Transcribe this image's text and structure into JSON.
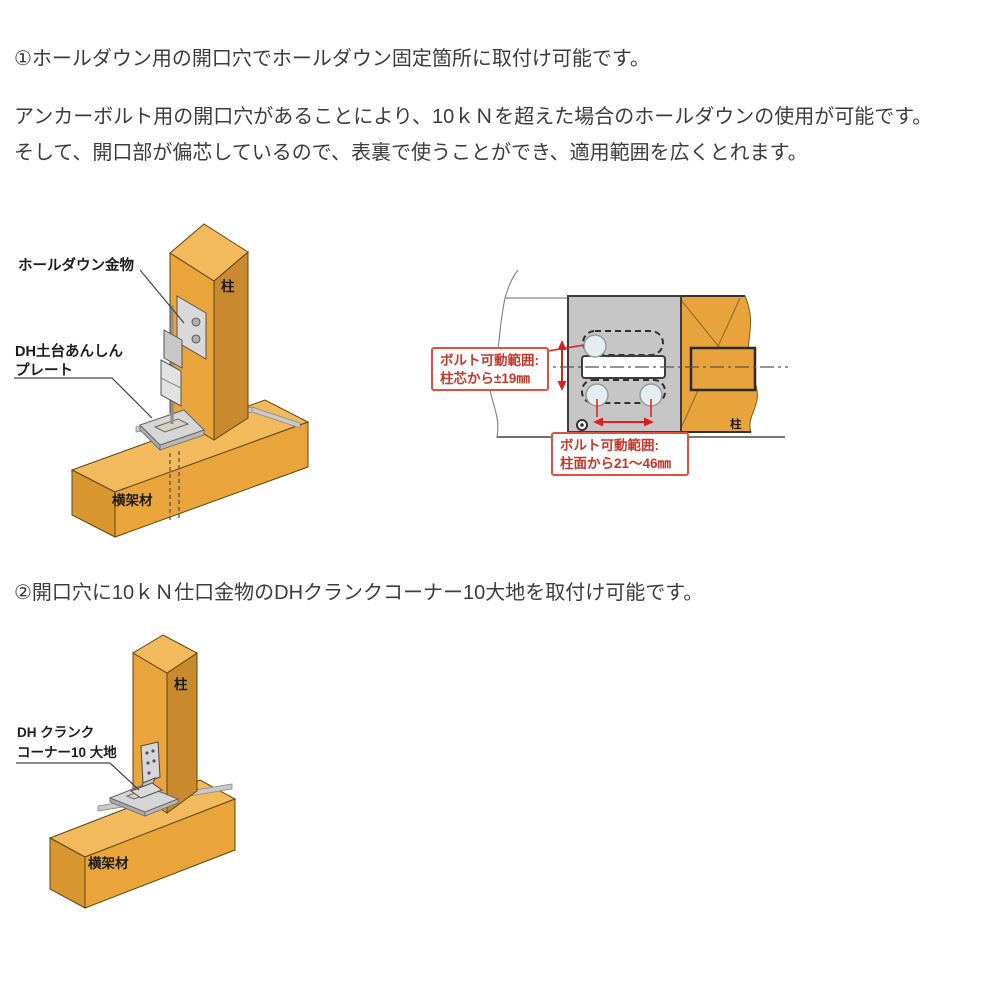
{
  "texts": {
    "heading1": "①ホールダウン用の開口穴でホールダウン固定箇所に取付け可能です。",
    "para_line1": "アンカーボルト用の開口穴があることにより、10ｋＮを超えた場合のホールダウンの使用が可能です。",
    "para_line2": "そして、開口部が偏芯しているので、表裏で使うことができ、適用範囲を広くとれます。",
    "heading2": "②開口穴に10ｋＮ仕口金物のDHクランクコーナー10大地を取付け可能です。"
  },
  "diagram1": {
    "label_holddown": "ホールダウン金物",
    "label_plate_line1": "DH土台あんしん",
    "label_plate_line2": "プレート",
    "label_post": "柱",
    "label_beam": "横架材"
  },
  "diagram2": {
    "box1_line1": "ボルト可動範囲:",
    "box1_line2": "柱芯から±19㎜",
    "box2_line1": "ボルト可動範囲:",
    "box2_line2": "柱面から21〜46㎜",
    "label_post": "柱"
  },
  "diagram3": {
    "label_line1": "DH クランク",
    "label_line2": "コーナー10 大地",
    "label_post": "柱",
    "label_beam": "横架材"
  },
  "colors": {
    "text": "#3c3c3c",
    "wood_front": "#e9a43b",
    "wood_top": "#f2ba5d",
    "wood_side": "#c9892f",
    "wood_end": "#d9952f",
    "metal_plate": "#c6c6c6",
    "metal_light": "#d9d9d9",
    "hole_fill": "#e4eef2",
    "red_border": "#e2503c",
    "red_text": "#c03a2b",
    "red_arrow": "#dd1f1f"
  }
}
